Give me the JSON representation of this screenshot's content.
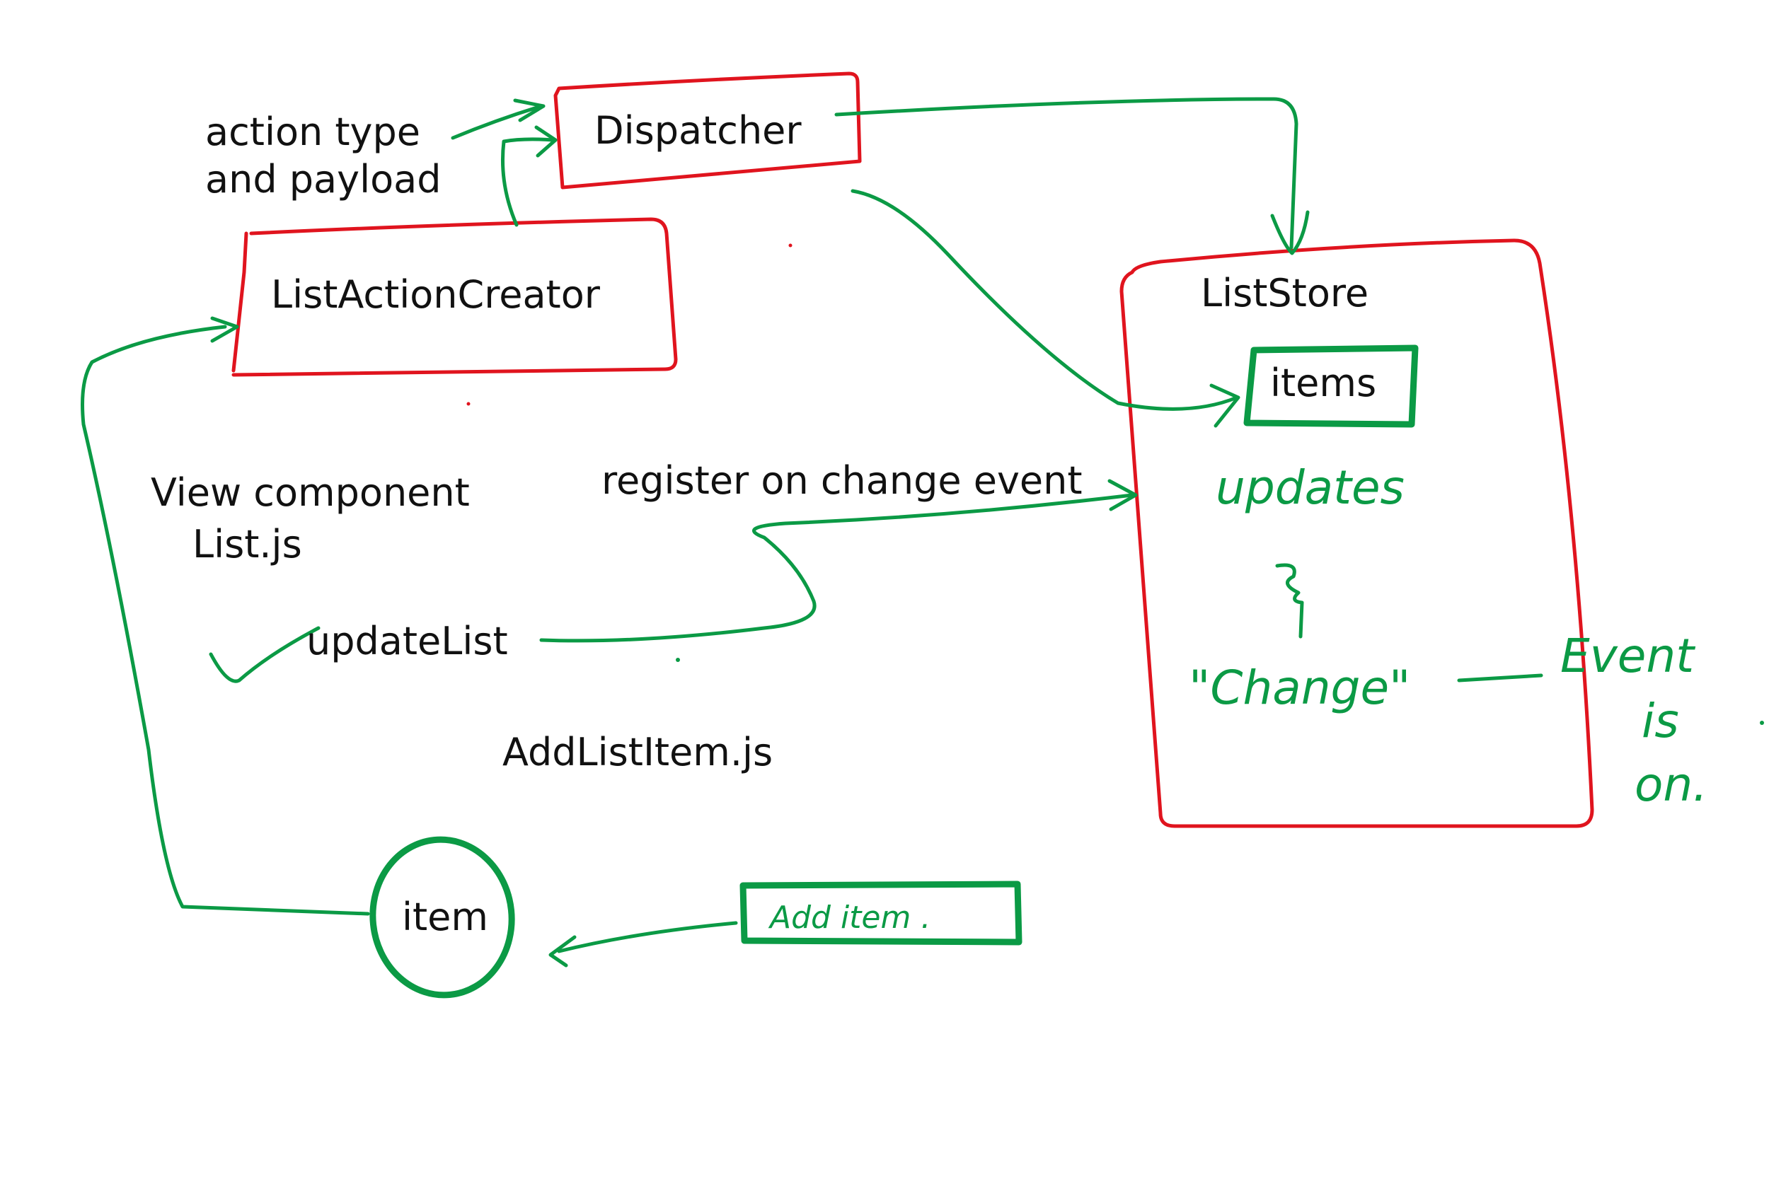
{
  "colors": {
    "background": "#ffffff",
    "box_outline": "#e0141e",
    "annotation": "#0b9a45",
    "text": "#111111"
  },
  "labels": {
    "action_type_line1": "action type",
    "action_type_line2": "and payload",
    "dispatcher": "Dispatcher",
    "list_action_creator": "ListActionCreator",
    "list_store": "ListStore",
    "items": "items",
    "view_component_line1": "View component",
    "view_component_line2": "List.js",
    "update_list": "updateList",
    "register_event": "register on change event",
    "add_list_item": "AddListItem.js",
    "item": "item"
  },
  "handwriting": {
    "updates": "updates",
    "change": "\"Change\"",
    "event": "Event",
    "is": "is",
    "on": "on.",
    "add_item": "Add item ."
  }
}
